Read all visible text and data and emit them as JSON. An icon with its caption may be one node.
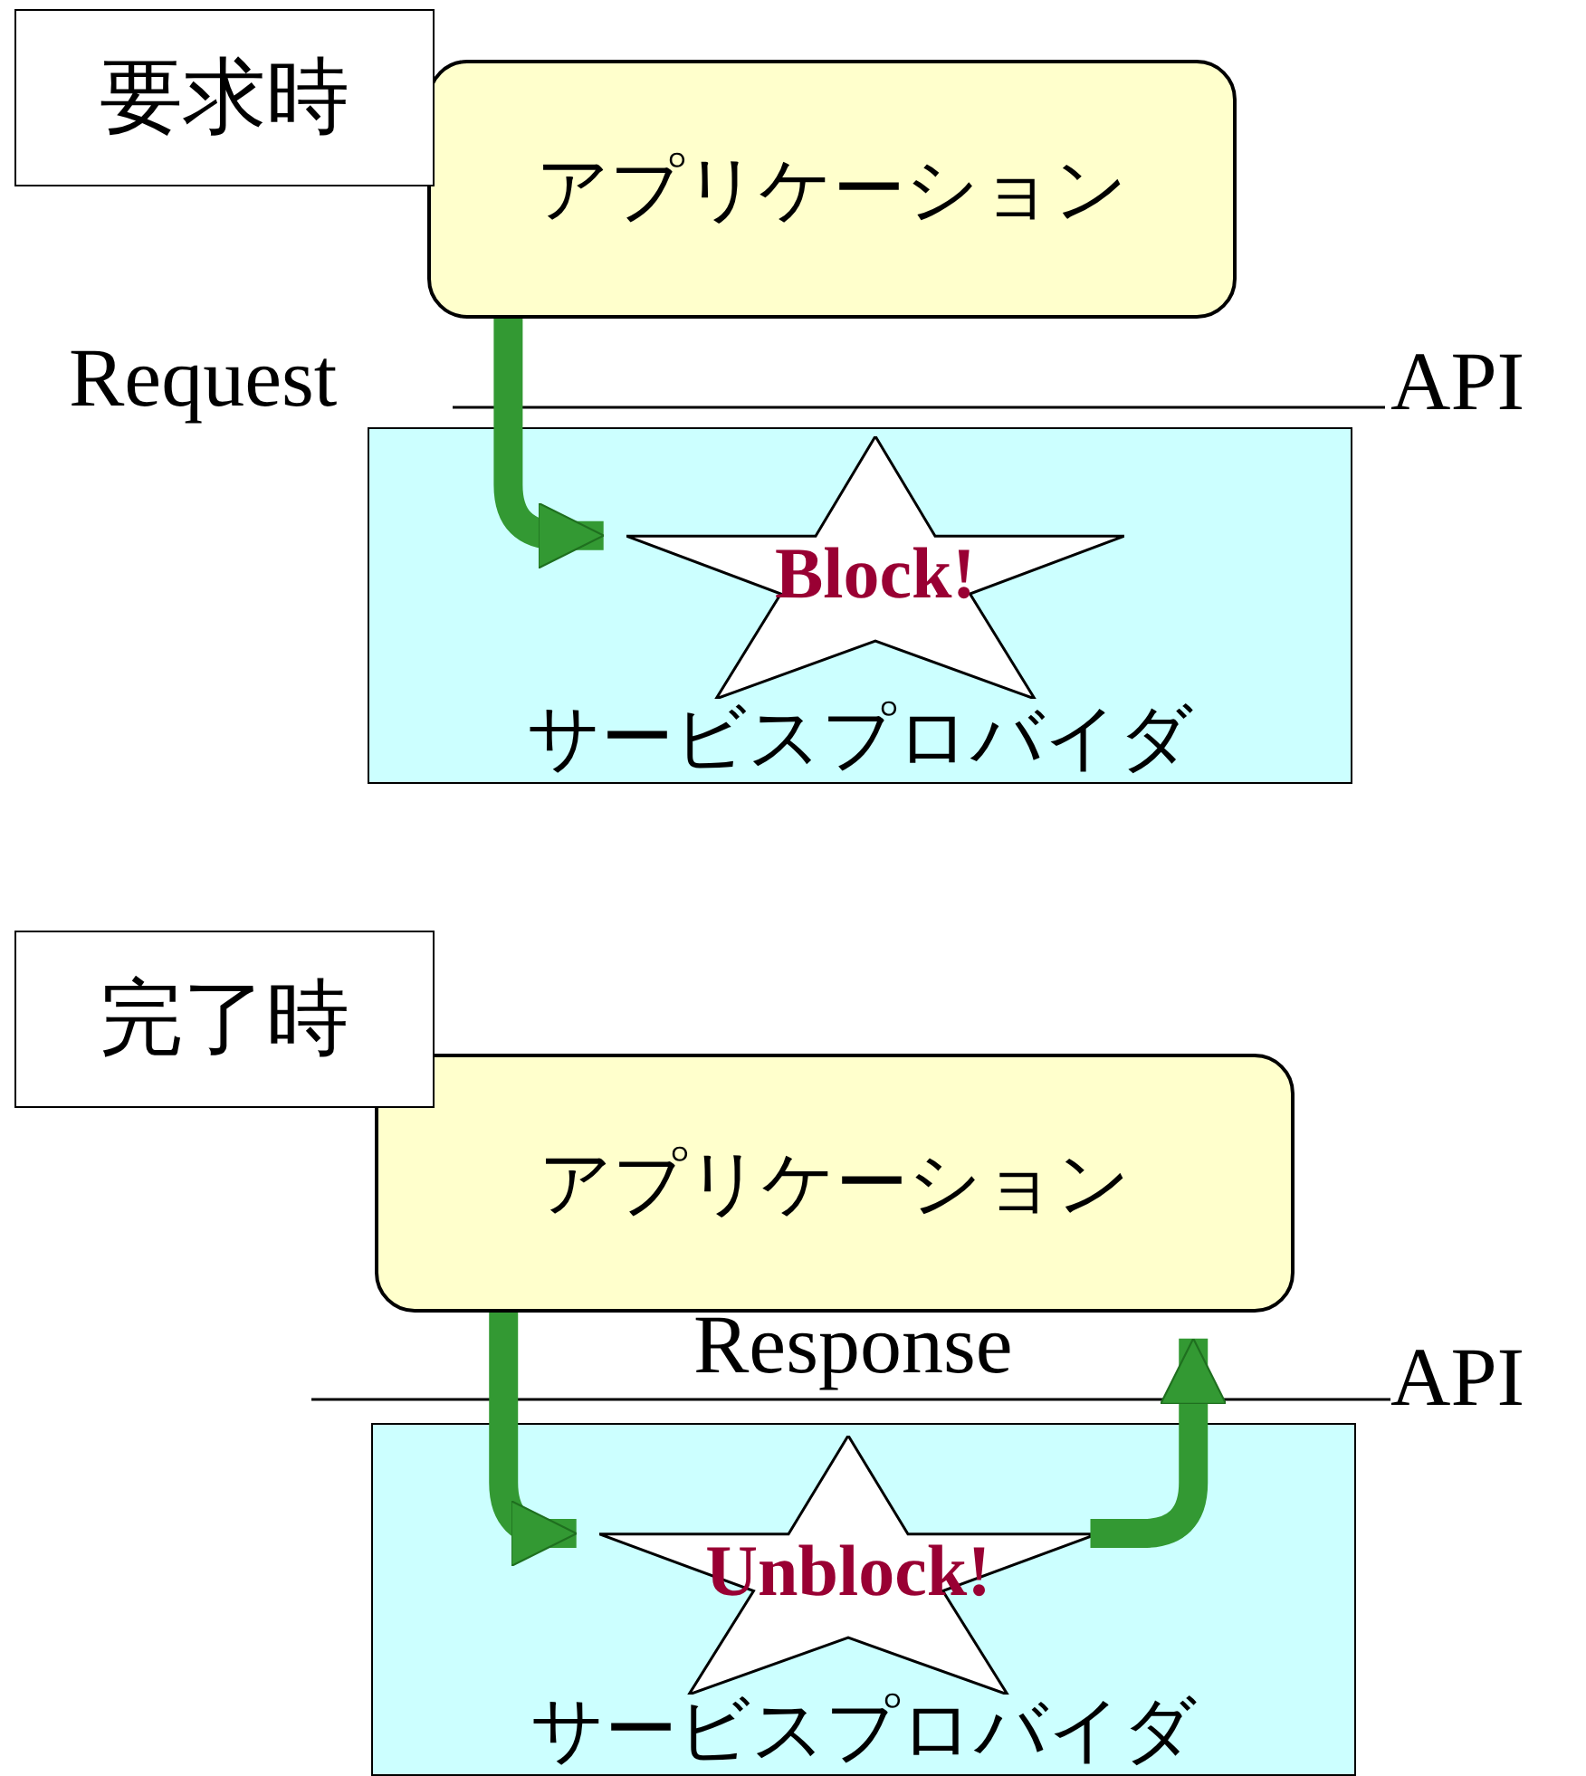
{
  "diagram": {
    "nodes": [
      {
        "text": [
          "要求時"
        ]
      },
      {
        "text": [
          "アプリケーション"
        ]
      },
      {
        "text": [
          "サービスプロバイダ"
        ]
      },
      {
        "text": [
          "Block!"
        ],
        "in": 2
      },
      {
        "text": [
          "完了時"
        ]
      },
      {
        "text": [
          "アプリケーション"
        ]
      },
      {
        "text": [
          "サービスプロバイダ"
        ]
      },
      {
        "text": [
          "Unblock!"
        ],
        "in": 6
      }
    ],
    "edges": [
      {
        "from": 1,
        "to": 3,
        "arrow": "to"
      },
      {
        "from": 5,
        "to": 7,
        "arrow": "to"
      },
      {
        "from": 7,
        "to": 5,
        "arrow": "to"
      }
    ],
    "labels": [
      "Request",
      "API",
      "Response",
      "API"
    ]
  }
}
